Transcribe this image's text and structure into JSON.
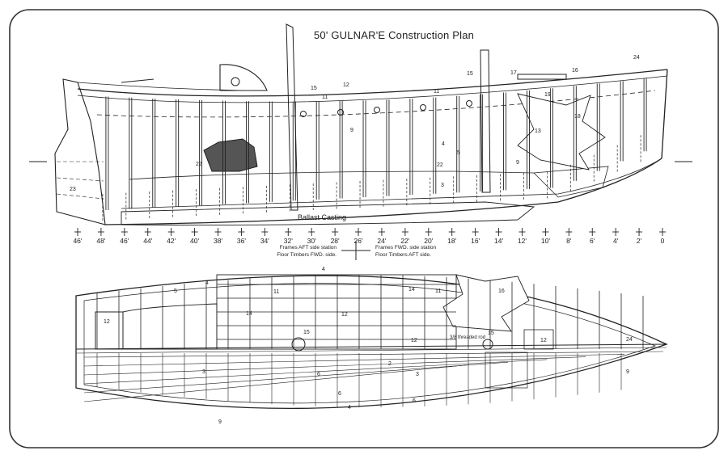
{
  "title": "50' GULNAR'E Construction Plan",
  "profile": {
    "ballast_label": "Ballast Casting",
    "stations": [
      "46'",
      "48'",
      "46'",
      "44'",
      "42'",
      "40'",
      "38'",
      "36'",
      "34'",
      "32'",
      "30'",
      "28'",
      "26'",
      "24'",
      "22'",
      "20'",
      "18'",
      "16'",
      "14'",
      "12'",
      "10'",
      "8'",
      "6'",
      "4'",
      "2'",
      "0"
    ],
    "legend": [
      "Frames AFT side station",
      "Floor Timbers FWD. side.",
      "Frames FWD. side station",
      "Floor Timbers AFT side."
    ],
    "part_numbers": [
      "24",
      "12",
      "15",
      "11",
      "15",
      "17",
      "16",
      "19",
      "11",
      "18",
      "13",
      "9",
      "4",
      "5",
      "9",
      "22",
      "22",
      "3",
      "23"
    ]
  },
  "plan": {
    "threaded_rod_label": "3/8 threaded rod",
    "part_numbers": [
      "4",
      "5",
      "4",
      "11",
      "14",
      "11",
      "16",
      "14",
      "12",
      "12",
      "15",
      "12",
      "15",
      "12",
      "24",
      "3",
      "2",
      "3",
      "6",
      "6",
      "6",
      "4",
      "9",
      "9"
    ]
  },
  "colors": {
    "ink": "#222222",
    "border": "#333333",
    "paper": "#ffffff"
  }
}
